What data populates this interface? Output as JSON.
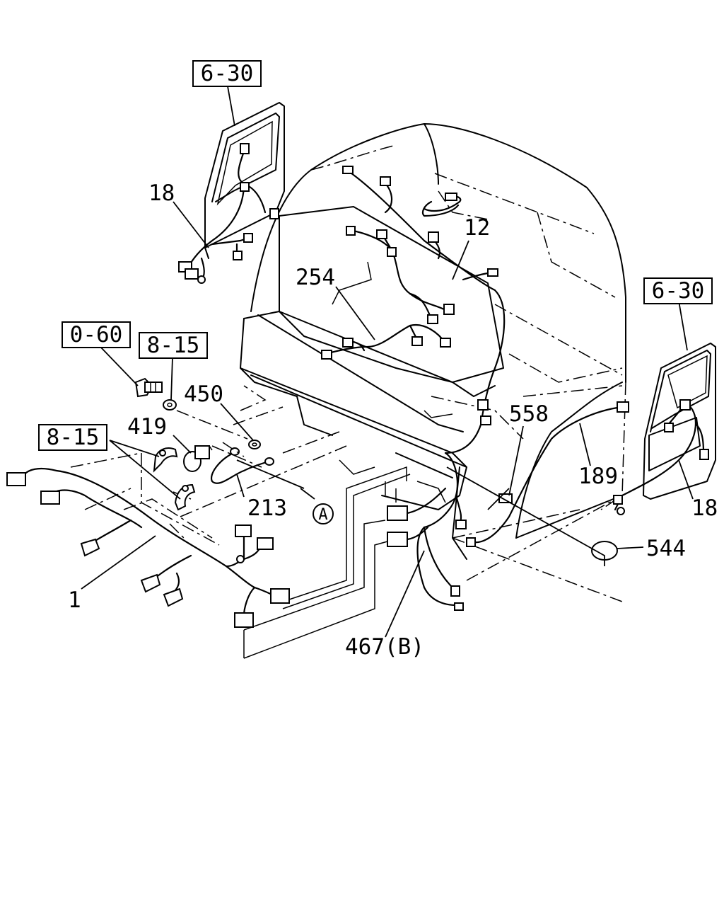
{
  "diagram": {
    "ref_boxes": {
      "door_left": "6-30",
      "door_right": "6-30",
      "bolt": "0-60",
      "washer": "8-15",
      "clips": "8-15"
    },
    "callouts": {
      "door_harness_left": "18",
      "roof_harness": "12",
      "dash_harness": "254",
      "grommet": "450",
      "plug": "419",
      "jumper": "213",
      "ref_circle": "A",
      "main_harness": "1",
      "connector": "558",
      "side_harness": "189",
      "door_harness_right": "18",
      "cap": "544",
      "chassis_harness": "467(B)"
    }
  }
}
